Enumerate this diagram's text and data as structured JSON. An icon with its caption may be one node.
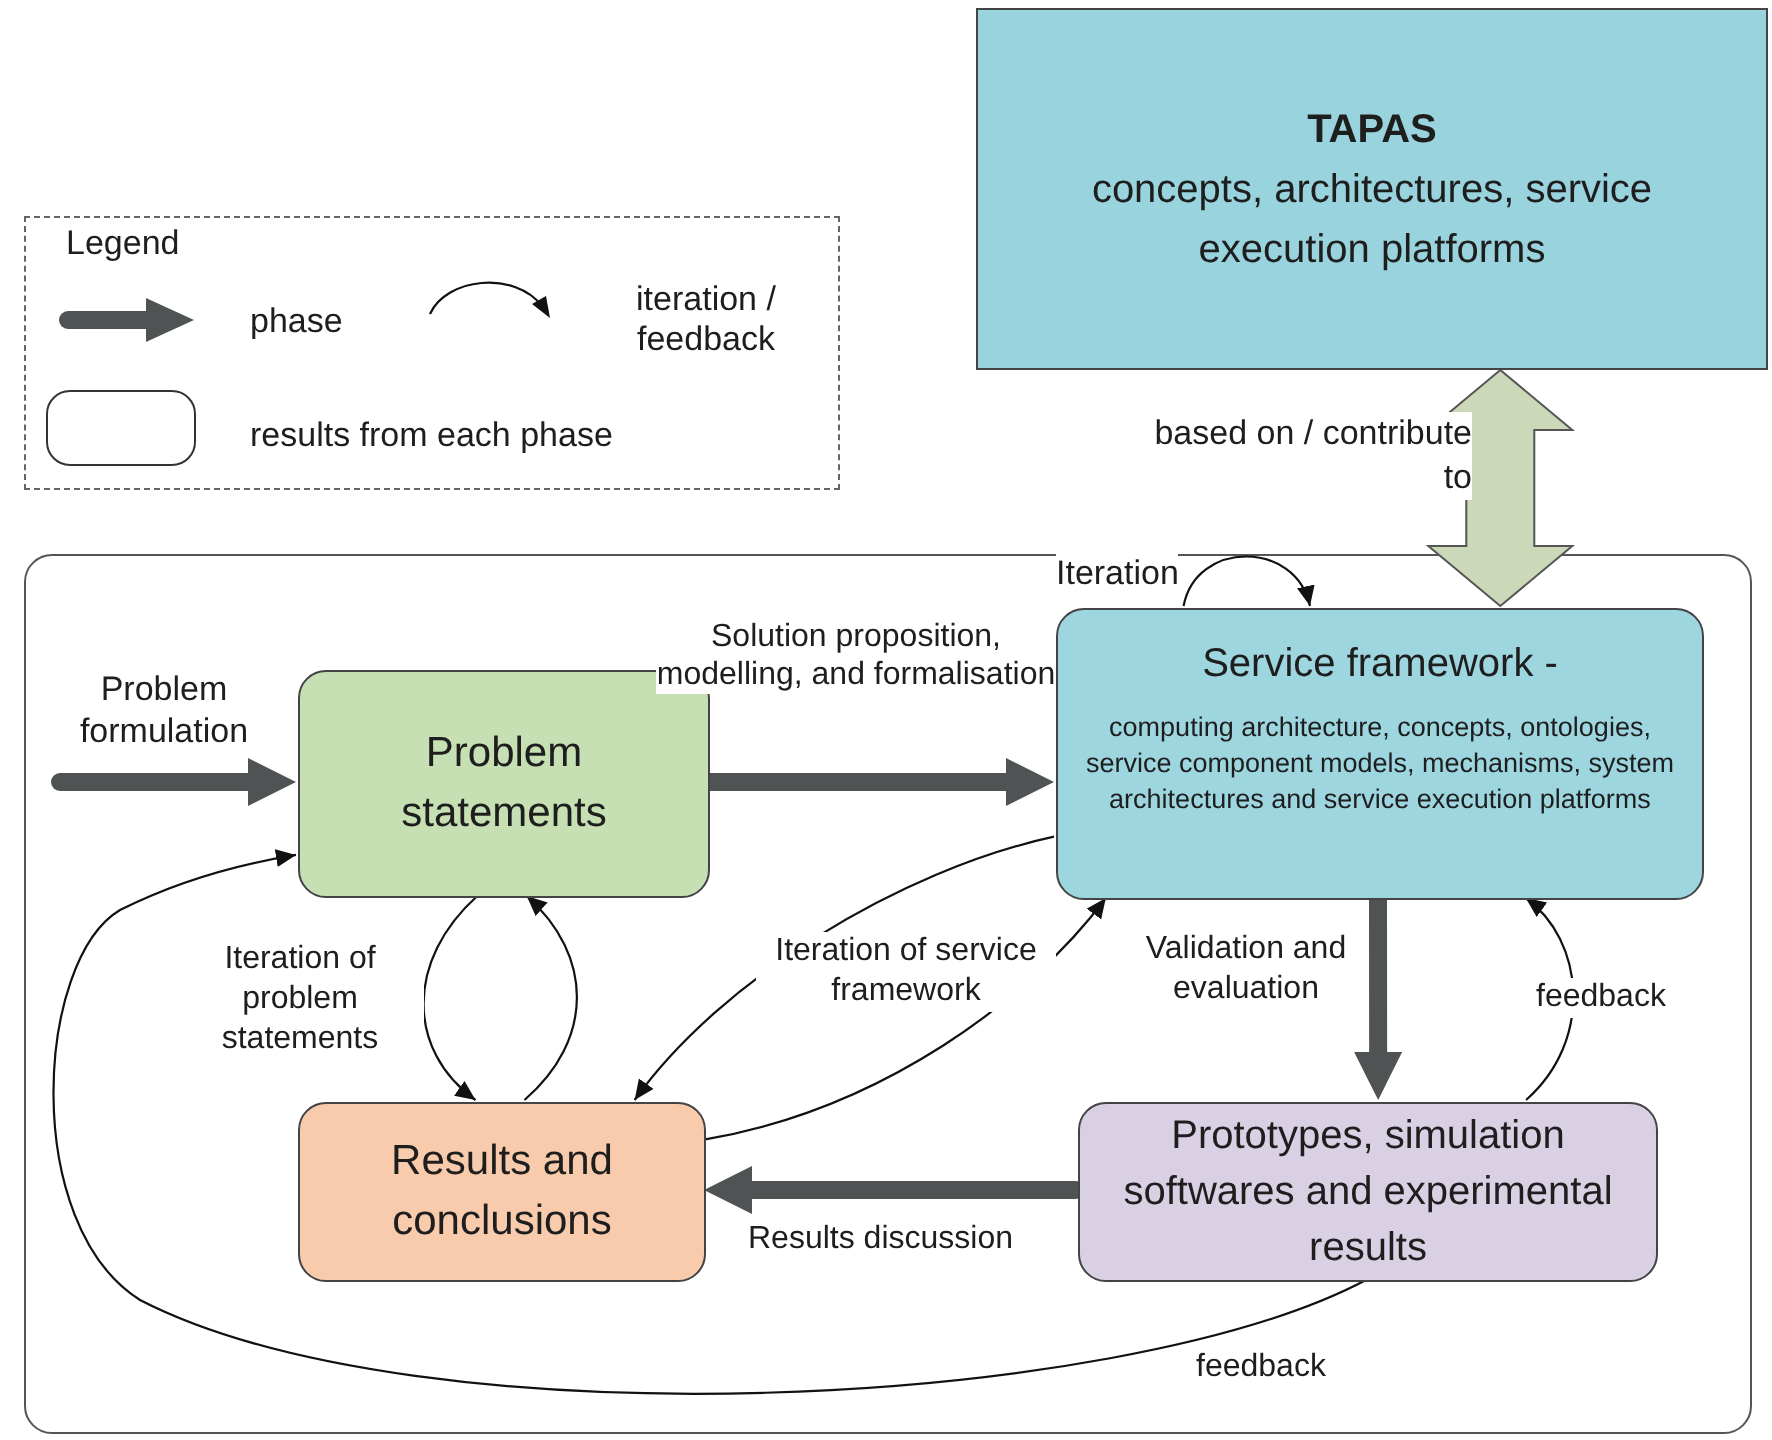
{
  "diagram": {
    "nodes": [
      {
        "text": [
          "TAPAS",
          "concepts, architectures, service execution platforms"
        ]
      },
      {
        "text": [],
        "shape": "box"
      },
      {
        "text": [
          "Problem statements"
        ],
        "in": 1
      },
      {
        "text": [
          "Service framework -",
          "computing architecture, concepts, ontologies, service component models, mechanisms, system architectures and service execution platforms"
        ],
        "in": 1
      },
      {
        "text": [
          "Results and conclusions"
        ],
        "in": 1
      },
      {
        "text": [
          "Prototypes, simulation softwares and experimental results"
        ],
        "in": 1
      }
    ],
    "edges": [
      {
        "from": null,
        "to": 2,
        "arrow": "to",
        "label": "Problem formulation",
        "style": "thick"
      },
      {
        "from": 2,
        "to": 3,
        "arrow": "to",
        "label": "Solution proposition, modelling, and formalisation",
        "style": "thick"
      },
      {
        "from": 0,
        "to": 3,
        "arrow": "both",
        "label": "based on / contribute to",
        "style": "thick",
        "color": "#cbd9b9"
      },
      {
        "from": 3,
        "to": 3,
        "arrow": "to",
        "label": "Iteration"
      },
      {
        "from": 3,
        "to": 5,
        "arrow": "to",
        "label": "Validation and evaluation",
        "style": "thick"
      },
      {
        "from": 5,
        "to": 3,
        "arrow": "to",
        "label": "feedback"
      },
      {
        "from": 5,
        "to": 4,
        "arrow": "to",
        "label": "Results discussion",
        "style": "thick"
      },
      {
        "from": 2,
        "to": 4,
        "arrow": "to",
        "label": "Iteration of problem statements"
      },
      {
        "from": 4,
        "to": 2,
        "arrow": "to"
      },
      {
        "from": 3,
        "to": 4,
        "arrow": "to",
        "label": "Iteration of service framework"
      },
      {
        "from": 4,
        "to": 3,
        "arrow": "to"
      },
      {
        "from": 5,
        "to": 2,
        "arrow": "to",
        "label": "feedback"
      }
    ],
    "labels": [
      "Legend"
    ],
    "legend": [
      {
        "text": "phase"
      },
      {
        "text": "iteration / feedback"
      },
      {
        "text": "results from each phase"
      }
    ]
  }
}
